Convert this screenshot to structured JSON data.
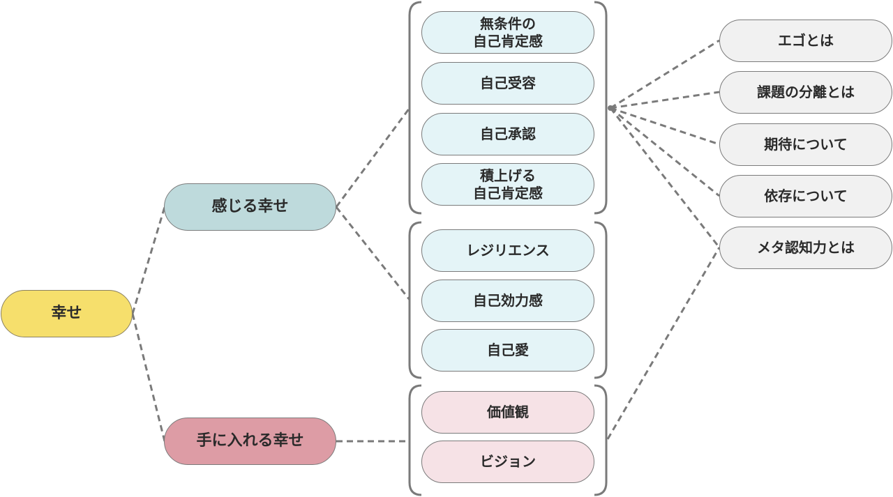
{
  "root": {
    "label": "幸せ",
    "color": "#f6df6c"
  },
  "branches": [
    {
      "label": "感じる幸せ",
      "color": "#bedadc",
      "groups": [
        {
          "items": [
            "無条件の\n自己肯定感",
            "自己受容",
            "自己承認",
            "積上げる\n自己肯定感"
          ]
        },
        {
          "items": [
            "レジリエンス",
            "自己効力感",
            "自己愛"
          ]
        }
      ]
    },
    {
      "label": "手に入れる幸せ",
      "color": "#dd9ca5",
      "groups": [
        {
          "items": [
            "価値観",
            "ビジョン"
          ]
        }
      ]
    }
  ],
  "related_topics": [
    "エゴとは",
    "課題の分離とは",
    "期待について",
    "依存について",
    "メタ認知力とは"
  ],
  "colors": {
    "leaf_feel": "#e4f4f7",
    "leaf_get": "#f6e2e6",
    "topic": "#f1f1f1",
    "line": "#777777"
  }
}
